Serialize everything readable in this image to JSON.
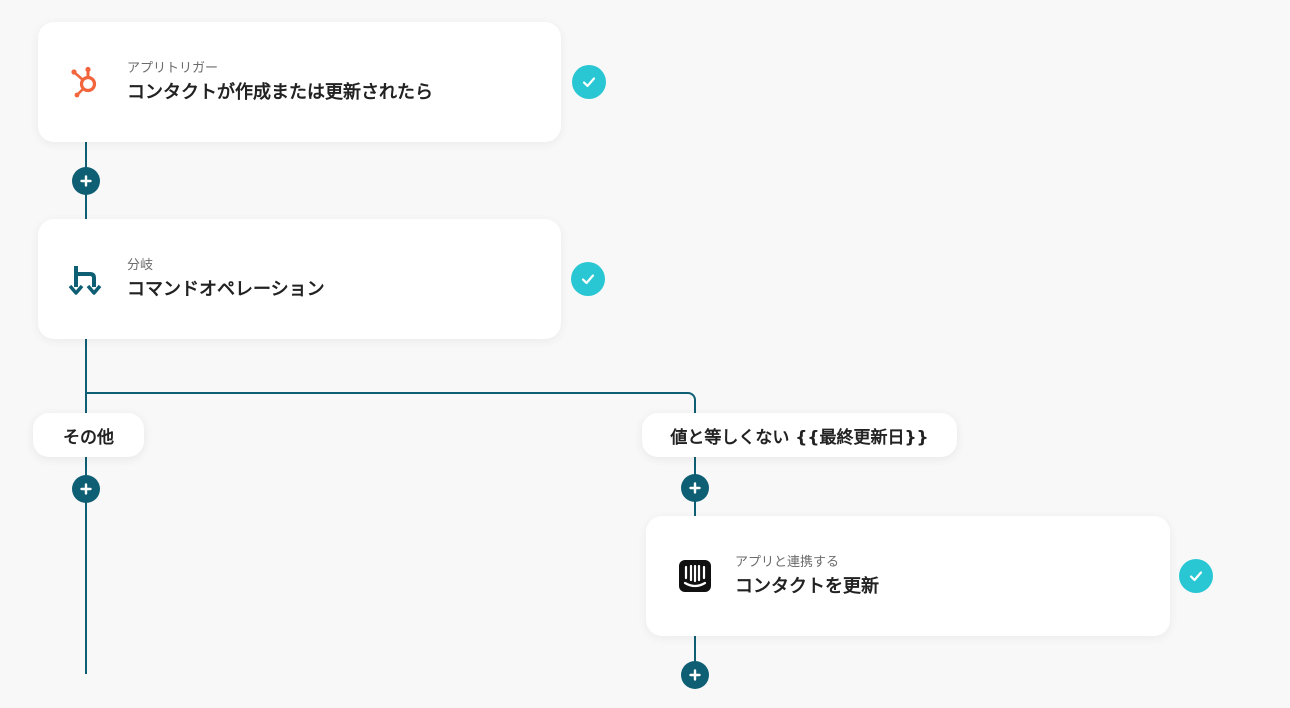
{
  "flow": {
    "trigger": {
      "subtitle": "アプリトリガー",
      "title": "コンタクトが作成または更新されたら",
      "icon": "hubspot-icon",
      "icon_color": "#f2643b",
      "status": "completed"
    },
    "branch": {
      "subtitle": "分岐",
      "title": "コマンドオペレーション",
      "icon": "branch-icon",
      "icon_color": "#0f5f74",
      "status": "completed"
    },
    "branches": {
      "left_label": "その他",
      "right_label": "値と等しくない {{最終更新日}}"
    },
    "action": {
      "subtitle": "アプリと連携する",
      "title": "コンタクトを更新",
      "icon": "intercom-icon",
      "icon_color": "#111111",
      "status": "completed"
    }
  },
  "colors": {
    "connector": "#0f5f74",
    "check": "#29c7d3",
    "background": "#f8f8f8"
  }
}
